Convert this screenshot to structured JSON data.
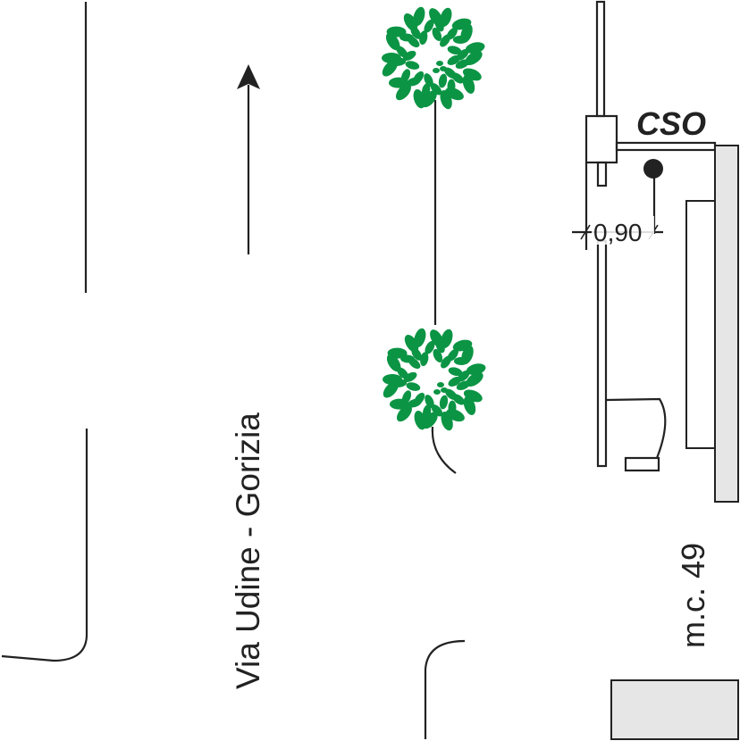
{
  "labels": {
    "cso": "CSO",
    "dimension": "0,90",
    "street": "Via Udine - Gorizia",
    "house_number": "m.c. 49"
  },
  "colors": {
    "tree": "#0b9444",
    "line": "#222222",
    "panel": "#e6e6e6"
  }
}
